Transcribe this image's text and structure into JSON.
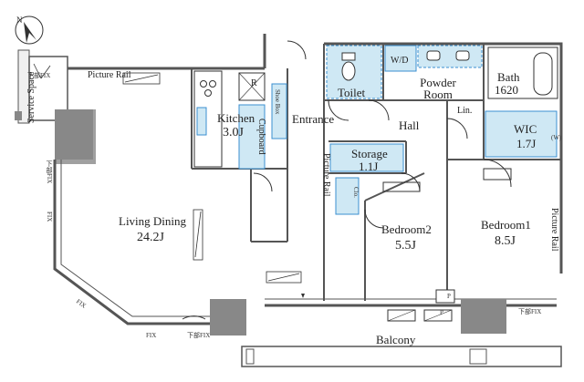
{
  "compass": {
    "label": "N"
  },
  "rooms": {
    "service_space": "Service Space",
    "picture_rail_top": "Picture Rail",
    "kitchen": "Kitchen",
    "kitchen_size": "3.0J",
    "refrigerator": "R",
    "cupboard": "Cupboard",
    "shoe_box": "Shoe Box",
    "entrance": "Entrance",
    "toilet": "Toilet",
    "wd": "W/D",
    "powder_room": "Powder Room",
    "bath": "Bath",
    "bath_size": "1620",
    "lin": "Lin.",
    "hall": "Hall",
    "wic": "WIC",
    "wic_size": "1.7J",
    "wic_w": "(W)",
    "storage": "Storage",
    "storage_size": "1.1J",
    "picture_rail_mid": "Picture Rail",
    "clo": "Clo.",
    "living_dining": "Living Dining",
    "living_size": "24.2J",
    "bedroom2": "Bedroom2",
    "bedroom2_size": "5.5J",
    "bedroom1": "Bedroom1",
    "bedroom1_size": "8.5J",
    "picture_rail_right": "Picture Rail",
    "balcony": "Balcony",
    "p1": "P",
    "p2": "P"
  },
  "fix_labels": {
    "fix_service": "下部FIX",
    "fix_left1": "下部FIX",
    "fix_left2": "FIX",
    "fix_diag": "FIX",
    "fix_bottom1": "FIX",
    "fix_bottom2": "下部FIX",
    "fix_right": "下部FIX"
  },
  "colors": {
    "wall": "#555555",
    "wet_area": "#cfe8f4",
    "wet_dash": "#3b8fd0",
    "line": "#333333"
  }
}
